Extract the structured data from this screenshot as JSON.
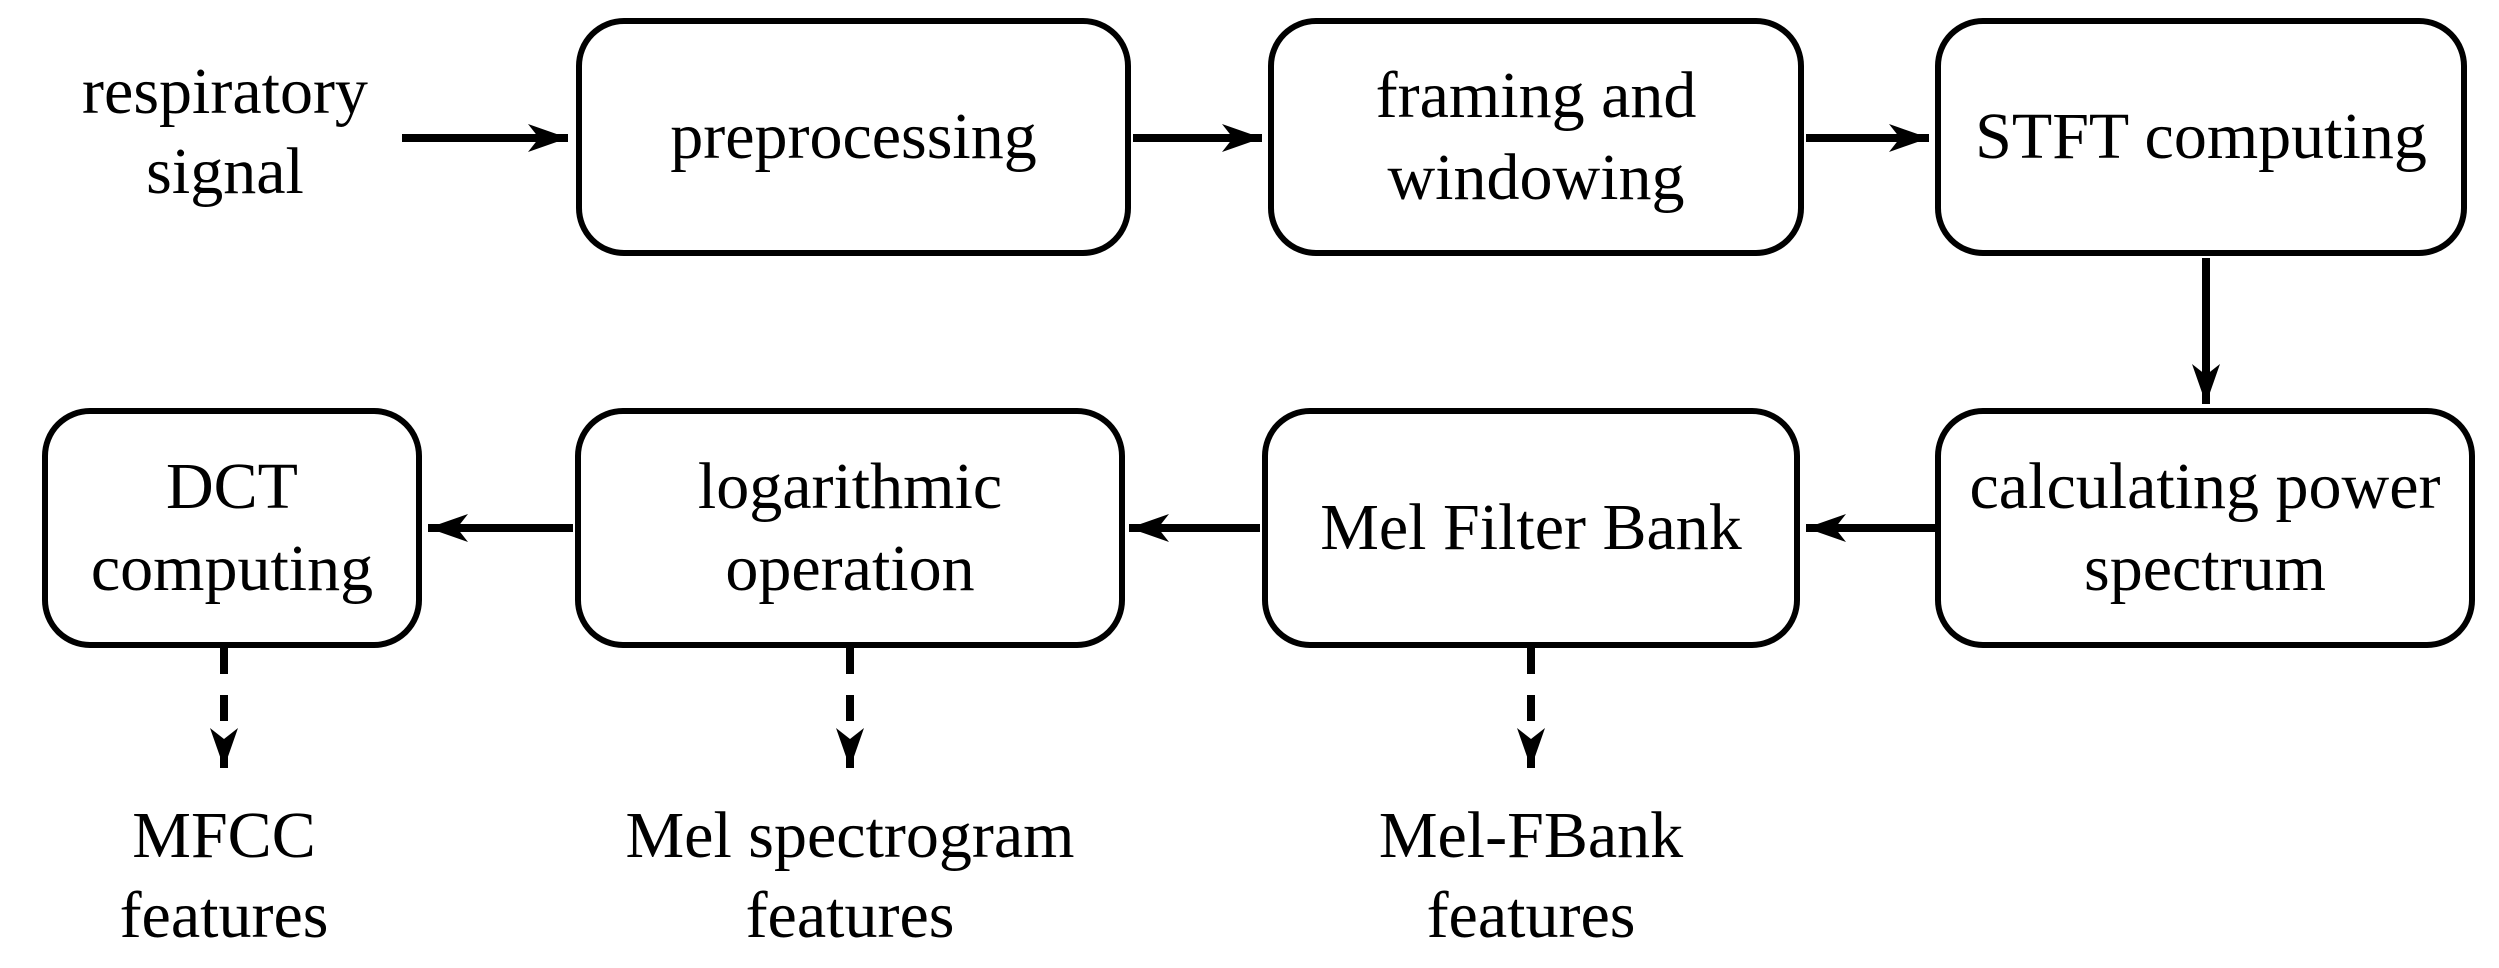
{
  "diagram": {
    "input": {
      "line1": "respiratory",
      "line2": "signal"
    },
    "boxes": {
      "preprocessing": {
        "label": "preprocessing"
      },
      "framing": {
        "line1": "framing and",
        "line2": "windowing"
      },
      "stft": {
        "label": "STFT computing"
      },
      "power": {
        "line1": "calculating power",
        "line2": "spectrum"
      },
      "mel_filter_bank": {
        "label": "Mel Filter Bank"
      },
      "logarithmic": {
        "line1": "logarithmic",
        "line2": "operation"
      },
      "dct": {
        "line1": "DCT",
        "line2": "computing"
      }
    },
    "outputs": [
      {
        "line1": "MFCC",
        "line2": "features"
      },
      {
        "line1": "Mel spectrogram",
        "line2": "features"
      },
      {
        "line1": "Mel-FBank",
        "line2": "features"
      }
    ],
    "colors": {
      "ink": "#000000",
      "background": "#ffffff"
    }
  }
}
